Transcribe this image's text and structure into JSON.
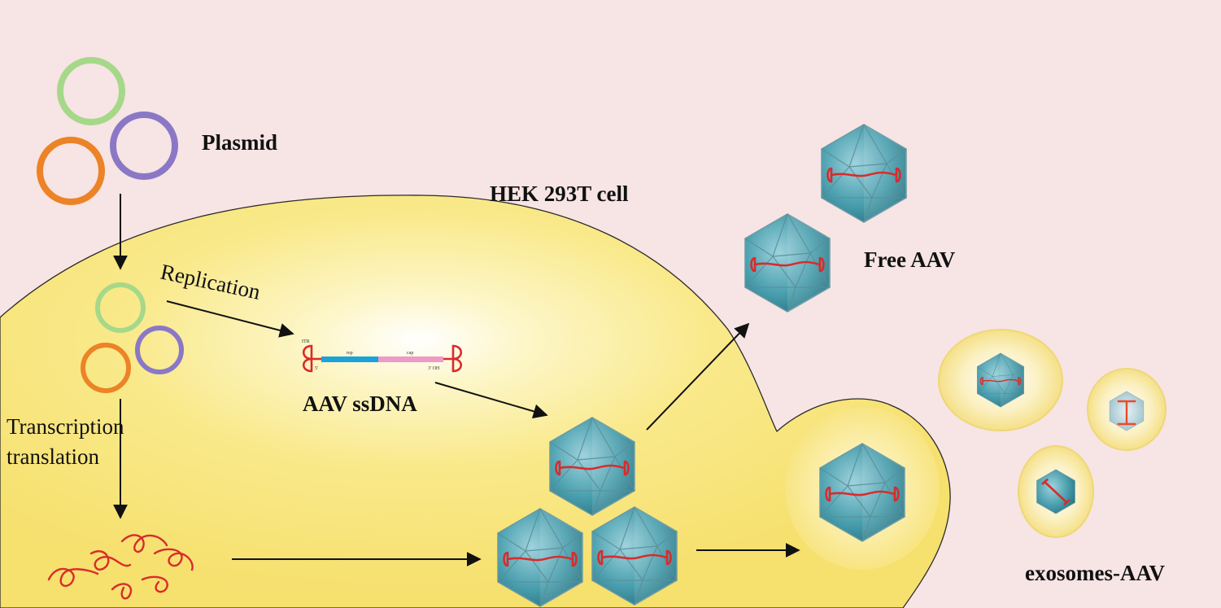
{
  "labels": {
    "plasmid": "Plasmid",
    "cell": "HEK 293T cell",
    "replication": "Replication",
    "ssdna": "AAV ssDNA",
    "transcription_line1": "Transcription",
    "transcription_line2": "translation",
    "free_aav": "Free AAV",
    "exosomes_aav": "exosomes-AAV"
  },
  "genome": {
    "itr": "ITR",
    "rep": "rep",
    "cap": "cap",
    "end5": "5'",
    "end3": "3' OH"
  },
  "colors": {
    "background": "#f7e4e4",
    "cell": "#f8e67a",
    "plasmid_green": "#a6d889",
    "plasmid_purple": "#8a78c6",
    "plasmid_orange": "#ec8326",
    "capsid": "#3a8f9e",
    "dna_red": "#d92b2b"
  }
}
